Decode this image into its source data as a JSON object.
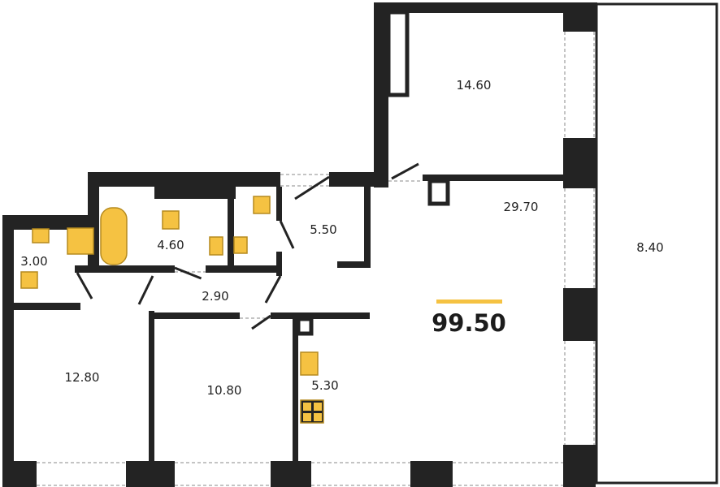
{
  "total_area": "99.50",
  "colors": {
    "wall": "#232323",
    "fixture": "#f5c242",
    "fixture_edge": "#b58a1e",
    "accent": "#f5c242"
  },
  "rooms": [
    {
      "id": "bedroom-top",
      "area": "14.60"
    },
    {
      "id": "living-room",
      "area": "29.70"
    },
    {
      "id": "balcony",
      "area": "8.40"
    },
    {
      "id": "hall",
      "area": "5.50"
    },
    {
      "id": "bathroom",
      "area": "4.60"
    },
    {
      "id": "wc",
      "area": "3.00"
    },
    {
      "id": "corridor",
      "area": "2.90"
    },
    {
      "id": "bedroom-left",
      "area": "12.80"
    },
    {
      "id": "bedroom-middle",
      "area": "10.80"
    },
    {
      "id": "kitchen",
      "area": "5.30"
    }
  ]
}
